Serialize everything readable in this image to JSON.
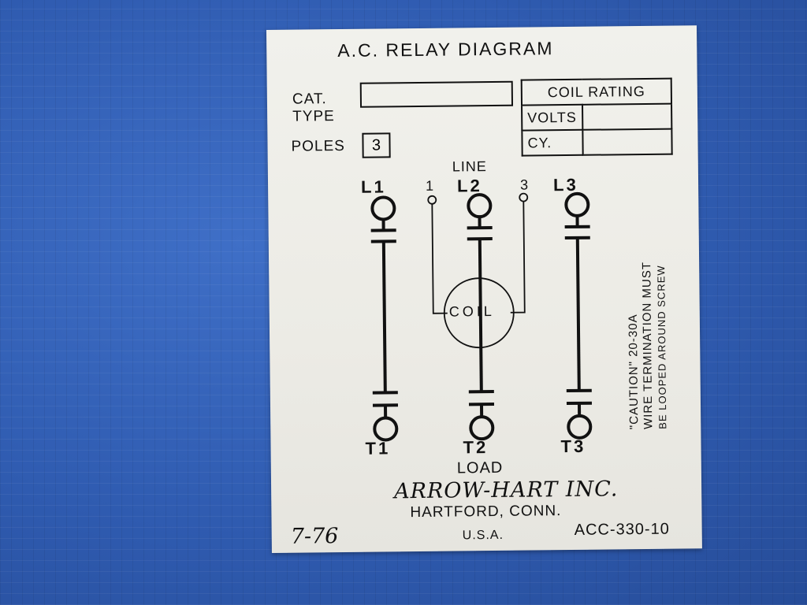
{
  "card": {
    "title": "A.C. RELAY DIAGRAM",
    "cat_type_label_1": "CAT.",
    "cat_type_label_2": "TYPE",
    "poles_label": "POLES",
    "poles_value": "3",
    "coil_rating_label": "COIL RATING",
    "volts_label": "VOLTS",
    "cy_label": "CY.",
    "line_label": "LINE",
    "load_label": "LOAD",
    "terminals_top": [
      "L1",
      "L2",
      "L3"
    ],
    "terminals_bottom": [
      "T1",
      "T2",
      "T3"
    ],
    "coil_terminals": [
      "1",
      "3"
    ],
    "coil_label": "COIL",
    "caution_line_1": "\"CAUTION\" 20-30A",
    "caution_line_2": "WIRE TERMINATION MUST",
    "caution_line_3": "BE LOOPED AROUND SCREW",
    "company": "ARROW-HART INC.",
    "city": "HARTFORD, CONN.",
    "country": "U.S.A.",
    "date": "7-76",
    "code": "ACC-330-10"
  },
  "colors": {
    "background": "#2f5bb0",
    "card": "#eeede7",
    "ink": "#111111"
  }
}
